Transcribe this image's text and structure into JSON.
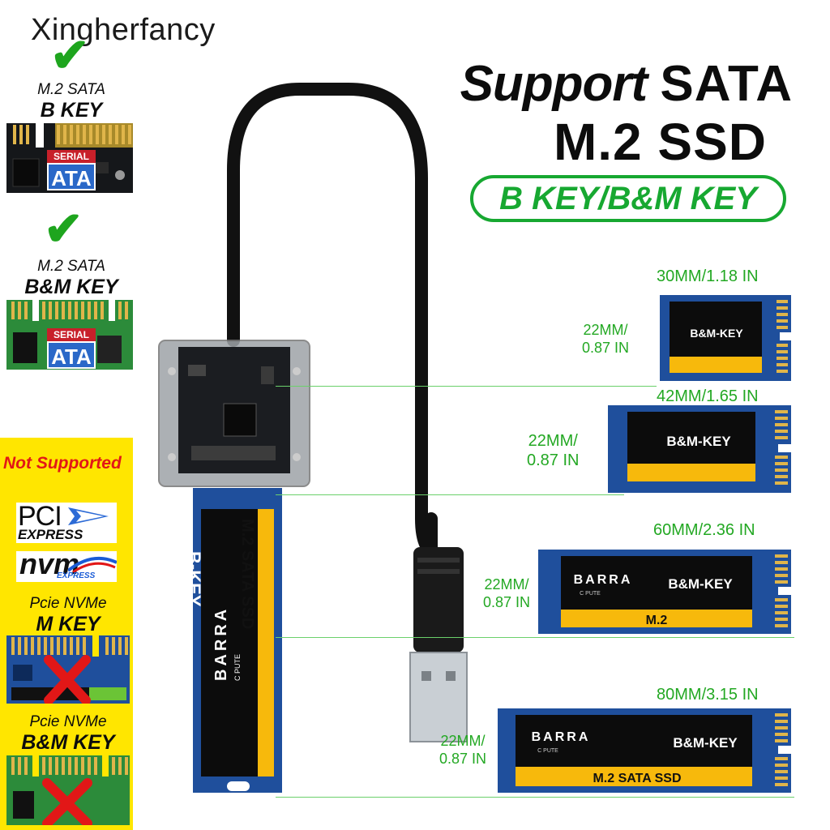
{
  "watermark": "Xingherfancy",
  "headline": {
    "line1_a": "Support",
    "line1_b": "SATA",
    "line2": "M.2 SSD",
    "badge": "B KEY/B&M KEY"
  },
  "supported": [
    {
      "line1": "M.2 SATA",
      "line2": "B KEY",
      "chip_top": "SERIAL",
      "chip_bottom": "ATA"
    },
    {
      "line1": "M.2 SATA",
      "line2": "B&M KEY",
      "chip_top": "SERIAL",
      "chip_bottom": "ATA"
    }
  ],
  "not_supported": {
    "label": "Not Supported",
    "pci_big": "PCI",
    "pci_small": "EXPRESS",
    "nvm_big": "nvm",
    "nvm_small": "EXPRESS",
    "items": [
      {
        "line1": "Pcie NVMe",
        "line2": "M KEY"
      },
      {
        "line1": "Pcie NVMe",
        "line2": "B&M KEY"
      }
    ]
  },
  "adapter_ssd": {
    "key_label": "B-KEY",
    "stripe_label": "M.2 SATA SSD",
    "brand": "BARRA",
    "brand_sub": "C PUTE"
  },
  "sizes": [
    {
      "length": "30MM/1.18 IN",
      "width_top": "22MM/",
      "width_bottom": "0.87 IN",
      "key": "B&M-KEY",
      "brand": "",
      "stripe": ""
    },
    {
      "length": "42MM/1.65 IN",
      "width_top": "22MM/",
      "width_bottom": "0.87 IN",
      "key": "B&M-KEY",
      "brand": "",
      "stripe": ""
    },
    {
      "length": "60MM/2.36 IN",
      "width_top": "22MM/",
      "width_bottom": "0.87 IN",
      "key": "B&M-KEY",
      "brand": "BARRA",
      "brand_sub": "C PUTE",
      "stripe": "M.2"
    },
    {
      "length": "80MM/3.15 IN",
      "width_top": "22MM/",
      "width_bottom": "0.87 IN",
      "key": "B&M-KEY",
      "brand": "BARRA",
      "brand_sub": "C PUTE",
      "stripe": "M.2 SATA SSD"
    }
  ],
  "colors": {
    "accent_green": "#17a831",
    "dim_green": "#23a823",
    "yellow": "#ffe600",
    "not_supported_red": "#e21717",
    "pcb_blue": "#1f4f9c",
    "ssd_yellow": "#f7b90c"
  }
}
